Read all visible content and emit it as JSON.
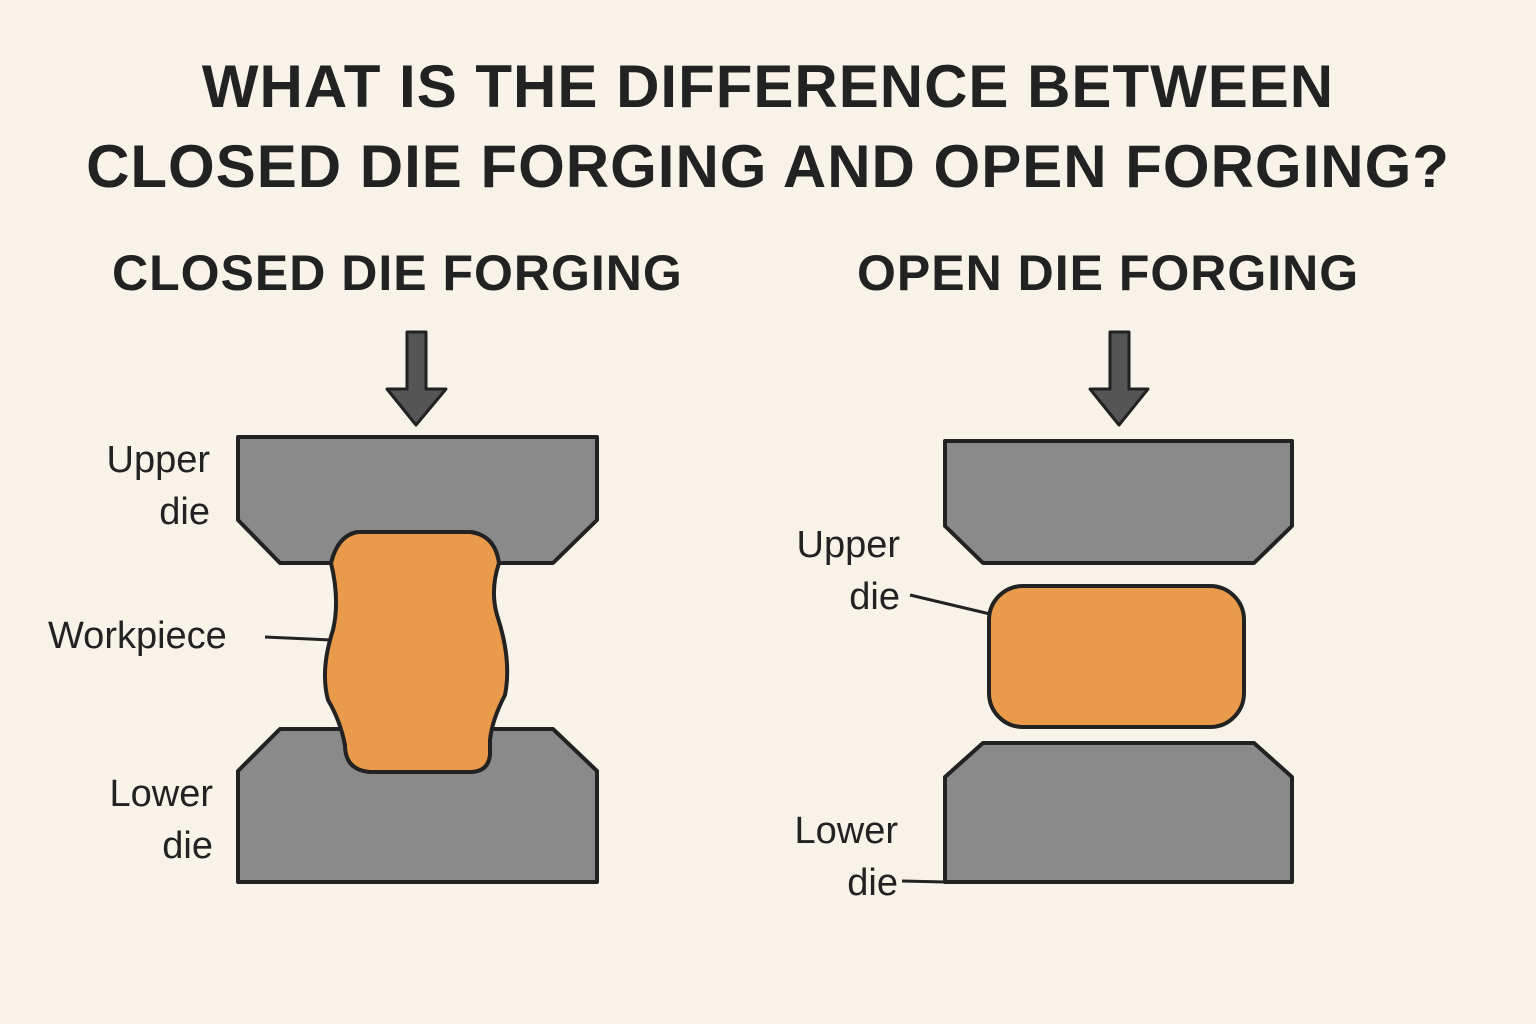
{
  "title": {
    "line1": "WHAT IS THE DIFFERENCE BETWEEN",
    "line2": "CLOSED DIE FORGING AND OPEN FORGING?"
  },
  "closed": {
    "heading": "CLOSED DIE FORGING",
    "labels": {
      "upper_line1": "Upper",
      "upper_line2": "die",
      "workpiece": "Workpiece",
      "lower_line1": "Lower",
      "lower_line2": "die"
    }
  },
  "open": {
    "heading": "OPEN DIE FORGING",
    "labels": {
      "upper_line1": "Upper",
      "upper_line2": "die",
      "lower_line1": "Lower",
      "lower_line2": "die"
    }
  },
  "colors": {
    "background": "#f7f3e9",
    "die": "#8a8a8a",
    "workpiece": "#e99a4a",
    "outline": "#222222",
    "arrow": "#555555"
  }
}
